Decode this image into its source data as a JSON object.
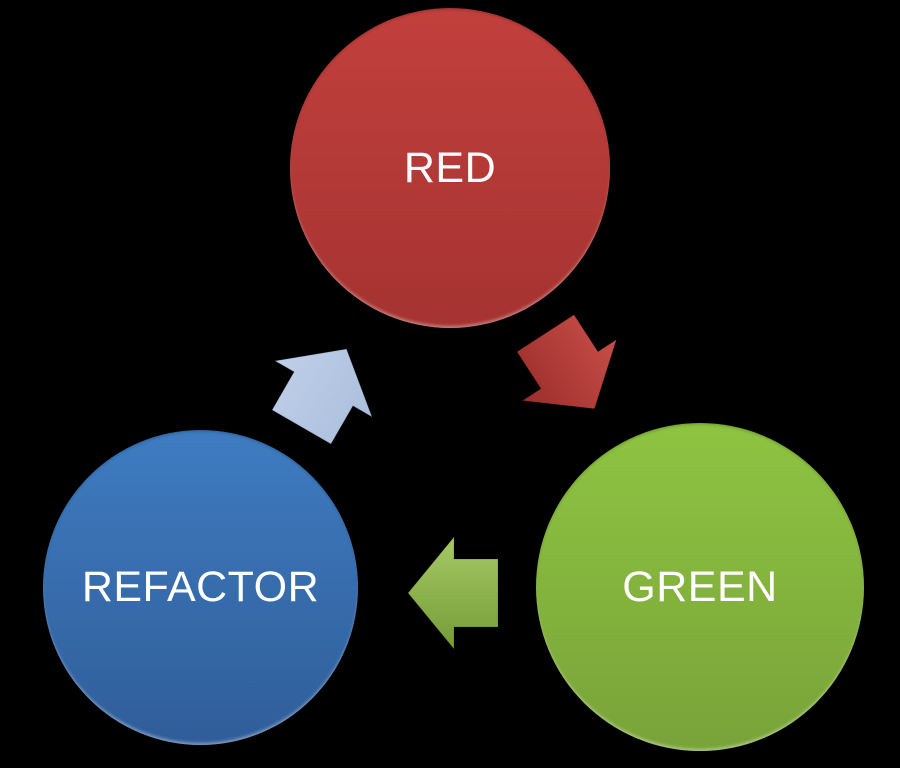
{
  "diagram": {
    "background_color": "#000000",
    "text_color": "#FFFFFF",
    "nodes": [
      {
        "id": "red",
        "label": "RED",
        "gradient_top": "#C2403D",
        "gradient_bottom": "#A53331"
      },
      {
        "id": "green",
        "label": "GREEN",
        "gradient_top": "#8EC441",
        "gradient_bottom": "#79A339"
      },
      {
        "id": "refactor",
        "label": "REFACTOR",
        "gradient_top": "#3E7CC1",
        "gradient_bottom": "#305D99"
      }
    ],
    "arrows": [
      {
        "id": "red-to-green",
        "from": "RED",
        "to": "GREEN",
        "gradient_top": "#C74E48",
        "gradient_bottom": "#9B2D2A"
      },
      {
        "id": "green-to-refactor",
        "from": "GREEN",
        "to": "REFACTOR",
        "gradient_top": "#A5C966",
        "gradient_bottom": "#749C36"
      },
      {
        "id": "refactor-to-red",
        "from": "REFACTOR",
        "to": "RED",
        "gradient_top": "#BFCFE8",
        "gradient_bottom": "#ABBFDC"
      }
    ]
  }
}
